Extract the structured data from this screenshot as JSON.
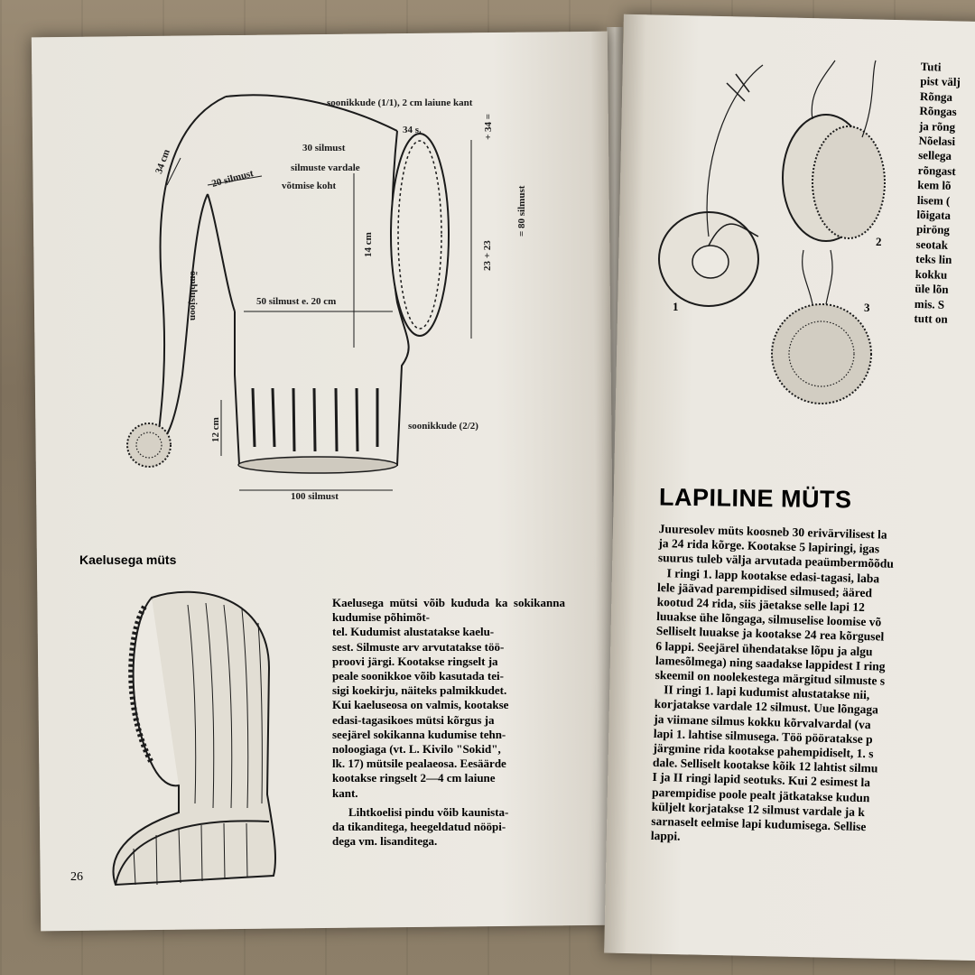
{
  "left_page": {
    "diagram_labels": {
      "rib_top": "soonikkude (1/1), 2 cm laiune kant",
      "s34": "34 s.",
      "plus34": "+ 34 =",
      "cm34": "34 cm",
      "stitches30": "30 silmust",
      "on_needle": "silmuste vardale",
      "pickup": "võtmise koht",
      "stitches20": "20 silmust",
      "cm14": "14 cm",
      "sum": "23 + 23",
      "eq80": "= 80 silmust",
      "seam": "õmblusjoon",
      "stitches50": "50 silmust e. 20 cm",
      "rib_bottom": "soonikkude (2/2)",
      "cm12": "12 cm",
      "stitches100": "100 silmust"
    },
    "caption": "Kaelusega müts",
    "paragraph1": "Kaelusega mütsi võib kududa ka sokikanna kudumise põhimõt-\ntel. Kudumist alustatakse kaelu-\nsest. Silmuste arv arvutatakse töö-\nproovi järgi. Kootakse ringselt ja\npeale soonikkoe võib kasutada tei-\nsigi koekirju, näiteks palmikkudet.\nKui kaeluseosa on valmis, kootakse\nedasi-tagasikoes mütsi kõrgus ja\nseejärel sokikanna kudumise tehn-\nnoloogiaga (vt. L. Kivilo \"Sokid\",\nlk. 17) mütsile pealaeosa. Eesäärde\nkootakse ringselt 2—4 cm laiune\nkant.",
    "paragraph2": "Lihtkoelisi pindu võib kaunista-\nda tikanditega, heegeldatud nööpi-\ndega vm. lisanditega.",
    "page_number": "26"
  },
  "right_page": {
    "side_text": "Tuti\npist välj\nRõnga\nRõngas\nja rõng\nNõelasi\nsellega\nrõngast\nkem lõ\nlisem (\nlõigata\npiröng\nseotak\nteks lin\nkokku\nüle lõn\nmis. S\ntutt on",
    "figure_numbers": [
      "1",
      "2",
      "3"
    ],
    "heading": "LAPILINE MÜTS",
    "body": "Juuresolev müts koosneb 30 erivärvilisest la\nja 24 rida kõrge. Kootakse 5 lapiringi, igas\nsuurus tuleb välja arvutada peaümbermõõdu\n   I ringi 1. lapp kootakse edasi-tagasi, laba\nlele jäävad parempidised silmused; ääred\nkootud 24 rida, siis jäetakse selle lapi 12\nluuakse ühe lõngaga, silmuselise loomise võ\nSelliselt luuakse ja kootakse 24 rea kõrgusel\n6 lappi. Seejärel ühendatakse lõpu ja algu\nlamesõlmega) ning saadakse lappidest I ring\nskeemil on noolekestega märgitud silmuste s\n   II ringi 1. lapi kudumist alustatakse nii,\nkorjatakse vardale 12 silmust. Uue lõngaga\nja viimane silmus kokku kõrvalvardal (va\nlapi 1. lahtise silmusega. Töö pööratakse p\njärgmine rida kootakse pahempidiselt, 1. s\ndale. Selliselt kootakse kõik 12 lahtist silmu\nI ja II ringi lapid seotuks. Kui 2 esimest la\nparempidise poole pealt jätkatakse kudun\nküljelt korjatakse 12 silmust vardale ja k\nsarnaselt eelmise lapi kudumisega. Sellise\nlappi."
  }
}
